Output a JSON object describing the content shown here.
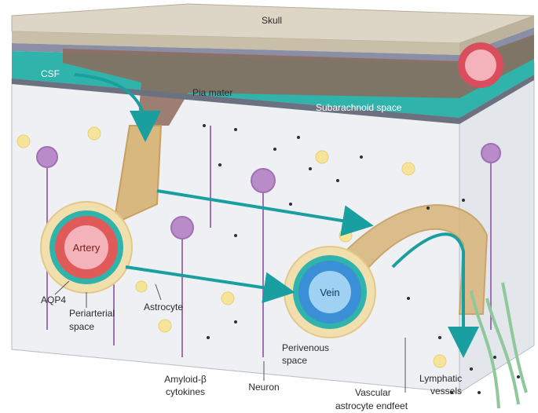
{
  "labels": {
    "skull": "Skull",
    "csf": "CSF",
    "pia_mater": "Pia mater",
    "subarachnoid_space": "Subarachnoid space",
    "artery": "Artery",
    "vein": "Vein",
    "aqp4": "AQP4",
    "periarterial_line1": "Periarterial",
    "periarterial_line2": "space",
    "astrocyte": "Astrocyte",
    "perivenous_line1": "Perivenous",
    "perivenous_line2": "space",
    "amyloid_line1": "Amyloid-β",
    "amyloid_line2": "cytokines",
    "neuron": "Neuron",
    "endfeet_line1": "Vascular",
    "endfeet_line2": "astrocyte endfeet",
    "lymphatic_line1": "Lymphatic",
    "lymphatic_line2": "vessels"
  },
  "colors": {
    "skull": "#d9d3c3",
    "csf": "#2fb3ab",
    "flow_arrow": "#1a9fa0",
    "artery": "#e05a5a",
    "vein": "#3a8fd6",
    "perivascular": "#f2dfae",
    "astrocyte": "#f6e49a",
    "neuron": "#b07cc0",
    "lymphatic": "#8fc89a",
    "amyloid": "#2a2f3a"
  }
}
